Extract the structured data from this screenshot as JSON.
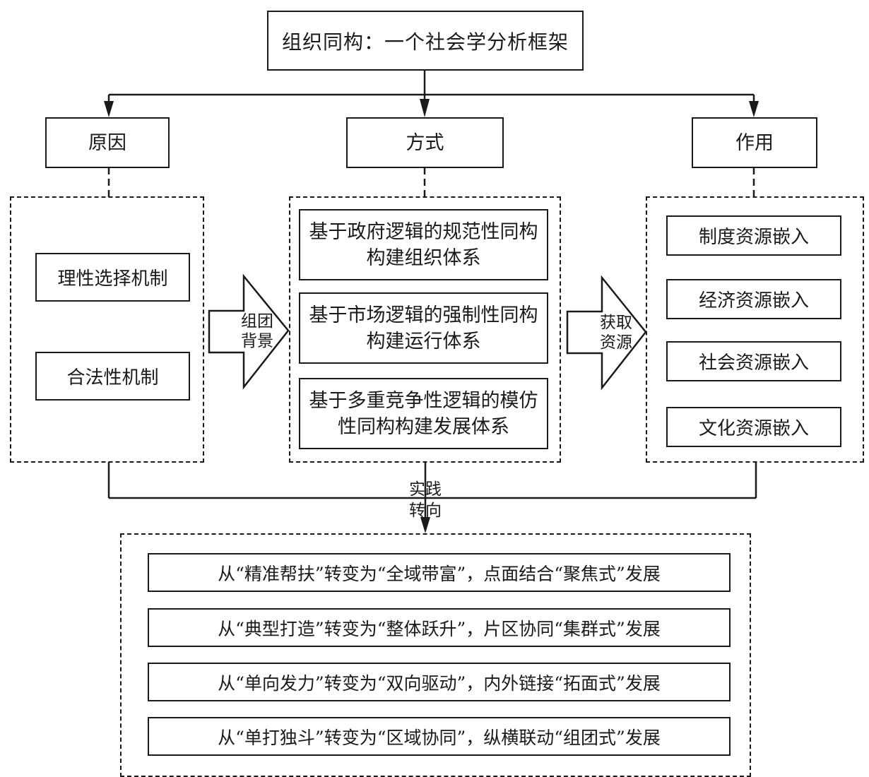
{
  "title": "组织同构：一个社会学分析框架",
  "columns": {
    "cause": {
      "heading": "原因",
      "items": [
        "理性选择机制",
        "合法性机制"
      ]
    },
    "method": {
      "heading": "方式",
      "items": [
        "基于政府逻辑的规范性同构构建组织体系",
        "基于市场逻辑的强制性同构构建运行体系",
        "基于多重竞争性逻辑的模仿性同构构建发展体系"
      ]
    },
    "effect": {
      "heading": "作用",
      "items": [
        "制度资源嵌入",
        "经济资源嵌入",
        "社会资源嵌入",
        "文化资源嵌入"
      ]
    }
  },
  "arrows": {
    "cause_to_method": {
      "line1": "组团",
      "line2": "背景"
    },
    "method_to_effect": {
      "line1": "获取",
      "line2": "资源"
    },
    "practice_turn": {
      "line1": "实践",
      "line2": "转向"
    }
  },
  "outcomes": [
    "从“精准帮扶”转变为“全域带富”，点面结合“聚焦式”发展",
    "从“典型打造”转变为“整体跃升”，片区协同“集群式”发展",
    "从“单向发力”转变为“双向驱动”，内外链接“拓面式”发展",
    "从“单打独斗”转变为“区域协同”，纵横联动“组团式”发展"
  ]
}
